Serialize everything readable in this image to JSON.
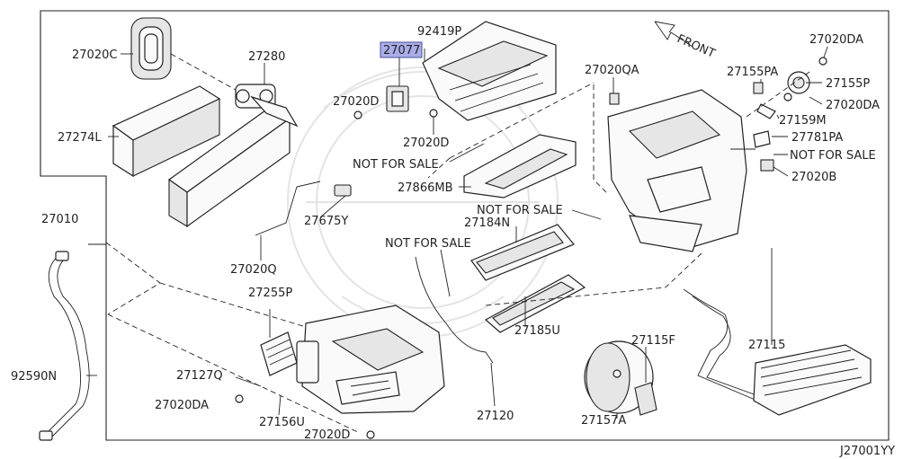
{
  "diagram_code": "J27001YY",
  "front_label": "FRONT",
  "highlight_color": "#a9aee8",
  "parts": {
    "p27020C": "27020C",
    "p27280": "27280",
    "p27274L": "27274L",
    "p27010": "27010",
    "p92590N": "92590N",
    "p27077": "27077",
    "p92419P": "92419P",
    "p27020D_a": "27020D",
    "p27020D_b": "27020D",
    "p27020D_c": "27020D",
    "p27866MB": "27866MB",
    "p27675Y": "27675Y",
    "p27020Q": "27020Q",
    "p27184N": "27184N",
    "p27255P": "27255P",
    "p27185U": "27185U",
    "p27127Q": "27127Q",
    "p27020DA_a": "27020DA",
    "p27156U": "27156U",
    "p27120": "27120",
    "p27157A": "27157A",
    "p27115F": "27115F",
    "p27115": "27115",
    "p27020QA": "27020QA",
    "p27155PA": "27155PA",
    "p27020DA_b": "27020DA",
    "p27155P": "27155P",
    "p27020DA_c": "27020DA",
    "p27159M": "27159M",
    "p27781PA": "27781PA",
    "p27020B": "27020B"
  },
  "not_for_sale": {
    "n1": "NOT FOR SALE",
    "n2": "NOT FOR SALE",
    "n3": "NOT FOR SALE",
    "n4": "NOT FOR SALE"
  }
}
